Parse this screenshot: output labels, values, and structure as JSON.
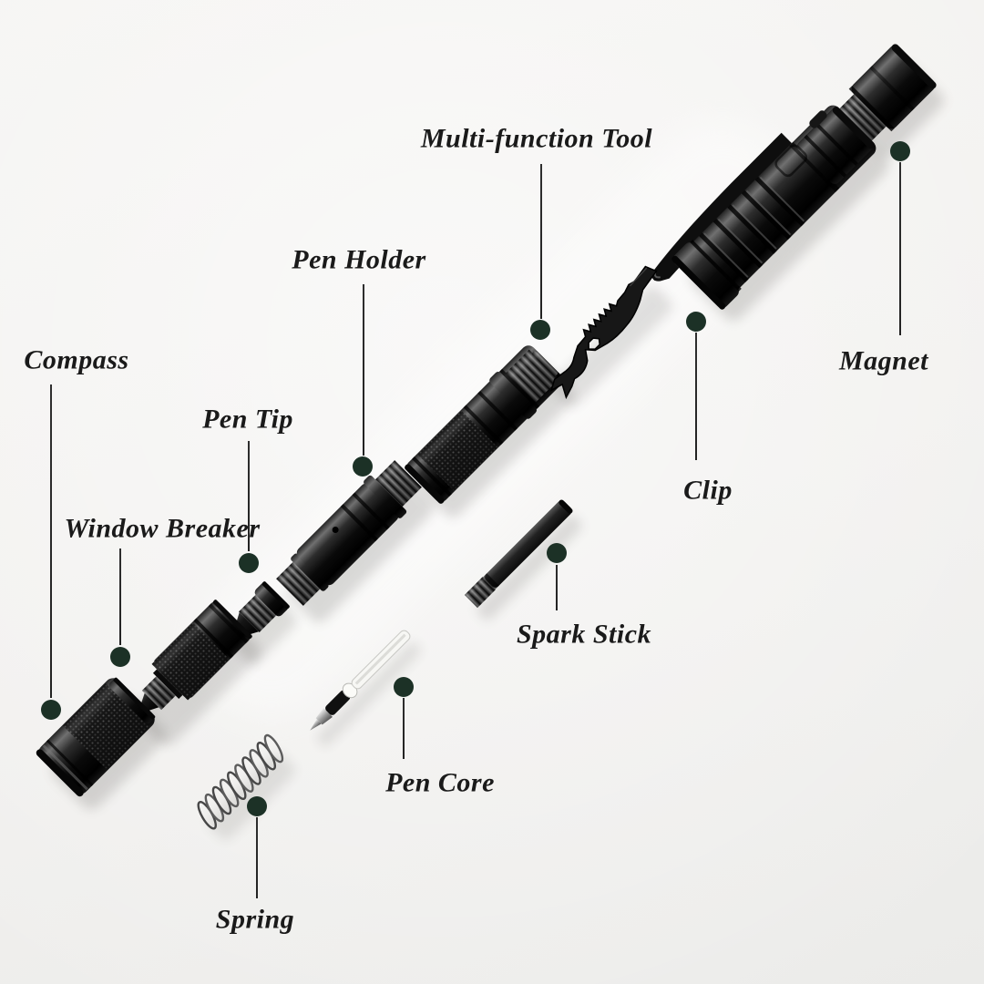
{
  "figure": {
    "type": "exploded-parts-diagram",
    "subject": "Tactical pen multi-function tool — exploded component view",
    "orientation_deg": -45
  },
  "colors": {
    "background": "#f2f1ef",
    "label_text": "#1a1a1a",
    "leader_line": "#2e2e2e",
    "anchor_dot": "#1c3126",
    "metal_dark": "#0a0a0a",
    "metal_highlight": "#6f6f6f",
    "pen_core_tube": "#f7f7f4"
  },
  "parts": [
    {
      "id": "multi-function-tool",
      "label": "Multi-function Tool",
      "geo": {
        "label": [
          589,
          152
        ],
        "line": [
          594,
          180,
          350
        ],
        "dot": [
          593,
          362
        ]
      }
    },
    {
      "id": "pen-holder",
      "label": "Pen Holder",
      "geo": {
        "label": [
          394,
          285
        ],
        "line": [
          399,
          312,
          500
        ],
        "dot": [
          398,
          512
        ]
      }
    },
    {
      "id": "compass",
      "label": "Compass",
      "geo": {
        "label": [
          84,
          395
        ],
        "line": [
          56,
          422,
          766
        ],
        "dot": [
          56,
          779
        ]
      }
    },
    {
      "id": "pen-tip",
      "label": "Pen Tip",
      "geo": {
        "label": [
          272,
          460
        ],
        "line": [
          273,
          484,
          605
        ],
        "dot": [
          273,
          618
        ]
      }
    },
    {
      "id": "magnet",
      "label": "Magnet",
      "geo": {
        "label": [
          970,
          396
        ],
        "line": [
          988,
          178,
          368
        ],
        "dot": [
          988,
          166
        ]
      }
    },
    {
      "id": "clip",
      "label": "Clip",
      "geo": {
        "label": [
          777,
          538
        ],
        "line": [
          764,
          365,
          505
        ],
        "dot": [
          764,
          353
        ]
      }
    },
    {
      "id": "window-breaker",
      "label": "Window Breaker",
      "geo": {
        "label": [
          178,
          580
        ],
        "line": [
          132,
          602,
          708
        ],
        "dot": [
          132,
          721
        ]
      }
    },
    {
      "id": "spark-stick",
      "label": "Spark Stick",
      "geo": {
        "label": [
          641,
          696
        ],
        "line": [
          611,
          620,
          670
        ],
        "dot": [
          611,
          607
        ]
      }
    },
    {
      "id": "pen-core",
      "label": "Pen Core",
      "geo": {
        "label": [
          483,
          859
        ],
        "line": [
          443,
          766,
          833
        ],
        "dot": [
          443,
          754
        ]
      }
    },
    {
      "id": "spring",
      "label": "Spring",
      "geo": {
        "label": [
          280,
          1009
        ],
        "line": [
          282,
          897,
          986
        ],
        "dot": [
          282,
          885
        ]
      }
    }
  ]
}
